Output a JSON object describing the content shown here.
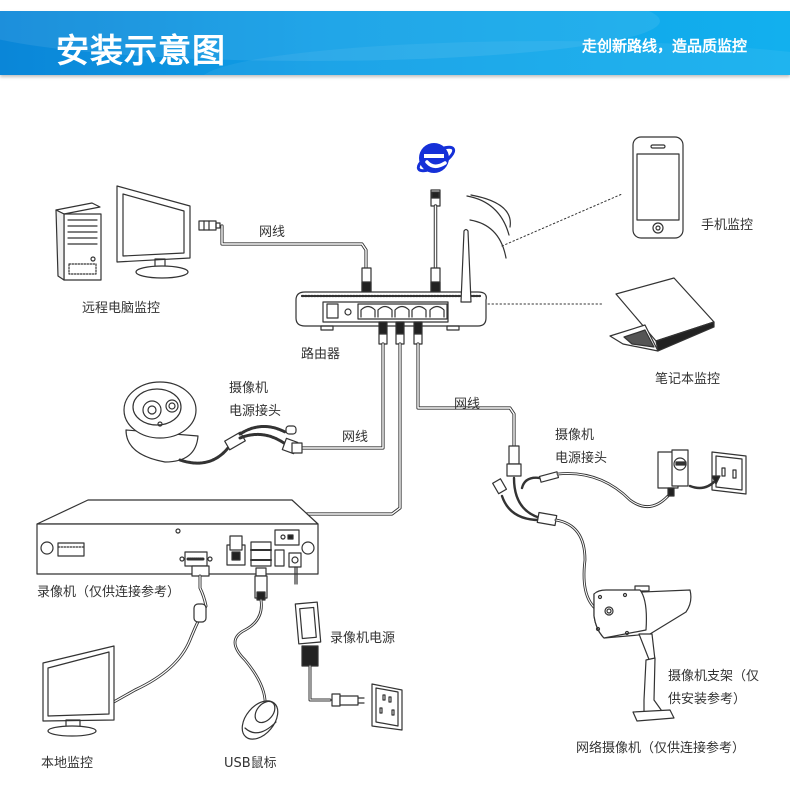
{
  "header": {
    "title": "安装示意图",
    "slogan": "走创新路线，造品质监控",
    "colors": {
      "band_start": "#0a86d8",
      "band_end": "#12b0ee",
      "text": "#ffffff"
    }
  },
  "devices": {
    "remote_pc": "远程电脑监控",
    "router": "路由器",
    "phone": "手机监控",
    "laptop": "笔记本监控",
    "dome_camera_power": [
      "摄像机",
      "电源接头"
    ],
    "bullet_camera_power": [
      "摄像机",
      "电源接头"
    ],
    "nvr": "录像机（仅供连接参考）",
    "nvr_power": "录像机电源",
    "local_monitor": "本地监控",
    "usb_mouse": "USB鼠标",
    "camera_bracket": [
      "摄像机支架（仅",
      "供安装参考）"
    ],
    "network_camera": "网络摄像机（仅供连接参考）"
  },
  "cables": {
    "pc_router": "网线",
    "dome_nvr": "网线",
    "router_bullet": "网线"
  },
  "icons": {
    "internet": "ie-logo-icon",
    "internet_color": "#1530d8"
  }
}
